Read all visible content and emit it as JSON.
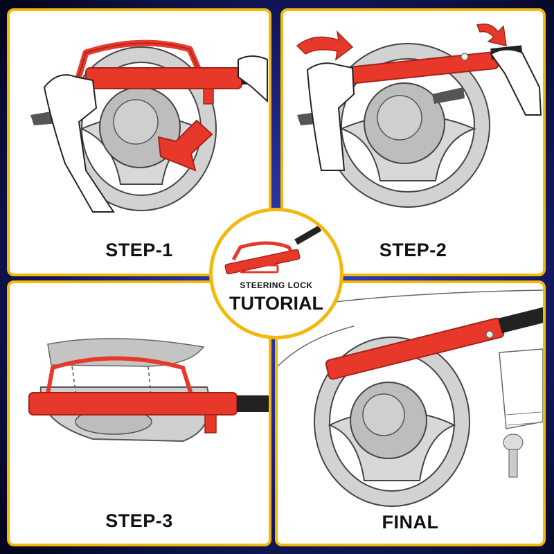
{
  "panels": {
    "step1": {
      "label": "STEP-1"
    },
    "step2": {
      "label": "STEP-2"
    },
    "step3": {
      "label": "STEP-3"
    },
    "final": {
      "label": "FINAL"
    }
  },
  "badge": {
    "subtitle": "STEERING LOCK",
    "title": "TUTORIAL"
  },
  "colors": {
    "panel_border": "#f2b90a",
    "lock_red": "#e8382a",
    "wheel_gray": "#c9c9c9",
    "background": "#0b0f3a"
  },
  "icons": [
    "arrow-icon",
    "rotate-arrow-icon",
    "steering-wheel-icon",
    "steering-lock-icon",
    "hand-icon"
  ]
}
